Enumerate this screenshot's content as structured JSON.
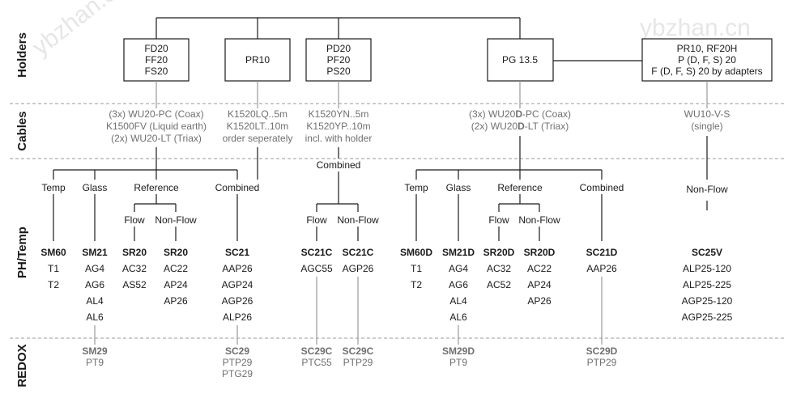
{
  "watermark": {
    "left": "ybzhan.cn",
    "right": "ybzhan.cn"
  },
  "sections": {
    "holders": "Holders",
    "cables": "Cables",
    "ph": "PH/Temp",
    "redox": "REDOX"
  },
  "holders": {
    "fd": [
      "FD20",
      "FF20",
      "FS20"
    ],
    "pr": [
      "PR10"
    ],
    "pd": [
      "PD20",
      "PF20",
      "PS20"
    ],
    "pg": [
      "PG 13.5"
    ],
    "prf": [
      "PR10, RF20H",
      "P (D, F, S) 20",
      "F (D, F, S) 20 by adapters"
    ]
  },
  "cables": {
    "c1": [
      "(3x) WU20-PC (Coax)",
      "K1500FV (Liquid earth)",
      "(2x) WU20-LT (Triax)"
    ],
    "c2": [
      "K1520LQ..5m",
      "K1520LT..10m",
      "order seperately"
    ],
    "c3": [
      "K1520YN..5m",
      "K1520YP..10m",
      "incl. with holder"
    ],
    "c4a": "(3x) WU20",
    "c4b": "D",
    "c4c": "-PC (Coax)",
    "c5a": "(2x) WU20",
    "c5b": "D",
    "c5c": "-LT (Triax)",
    "c6": [
      "WU10-V-S",
      "(single)"
    ]
  },
  "categories": {
    "temp": "Temp",
    "glass": "Glass",
    "reference": "Reference",
    "combined": "Combined",
    "flow": "Flow",
    "nonflow": "Non-Flow",
    "nonflow_cap": "Non-Flow"
  },
  "sensors": {
    "sm60": [
      "SM60",
      "T1",
      "T2"
    ],
    "sm21": [
      "SM21",
      "AG4",
      "AG6",
      "AL4",
      "AL6"
    ],
    "sr20a": [
      "SR20",
      "AC32",
      "AS52"
    ],
    "sr20b": [
      "SR20",
      "AC22",
      "AP24",
      "AP26"
    ],
    "sc21": [
      "SC21",
      "AAP26",
      "AGP24",
      "AGP26",
      "ALP26"
    ],
    "sc21c_a": [
      "SC21C",
      "AGC55"
    ],
    "sc21c_b": [
      "SC21C",
      "AGP26"
    ],
    "sm60d": [
      "SM60D",
      "T1",
      "T2"
    ],
    "sm21d": [
      "SM21D",
      "AG4",
      "AG6",
      "AL4",
      "AL6"
    ],
    "sr20d_a": [
      "SR20D",
      "AC32",
      "AC52"
    ],
    "sr20d_b": [
      "SR20D",
      "AC22",
      "AP24",
      "AP26"
    ],
    "sc21d": [
      "SC21D",
      "AAP26"
    ],
    "sc25v": [
      "SC25V",
      "ALP25-120",
      "ALP25-225",
      "AGP25-120",
      "AGP25-225"
    ]
  },
  "redox": {
    "sm29": [
      "SM29",
      "PT9"
    ],
    "sc29": [
      "SC29",
      "PTP29",
      "PTG29"
    ],
    "sc29c_a": [
      "SC29C",
      "PTC55"
    ],
    "sc29c_b": [
      "SC29C",
      "PTP29"
    ],
    "sm29d": [
      "SM29D",
      "PT9"
    ],
    "sc29d": [
      "SC29D",
      "PTP29"
    ]
  }
}
